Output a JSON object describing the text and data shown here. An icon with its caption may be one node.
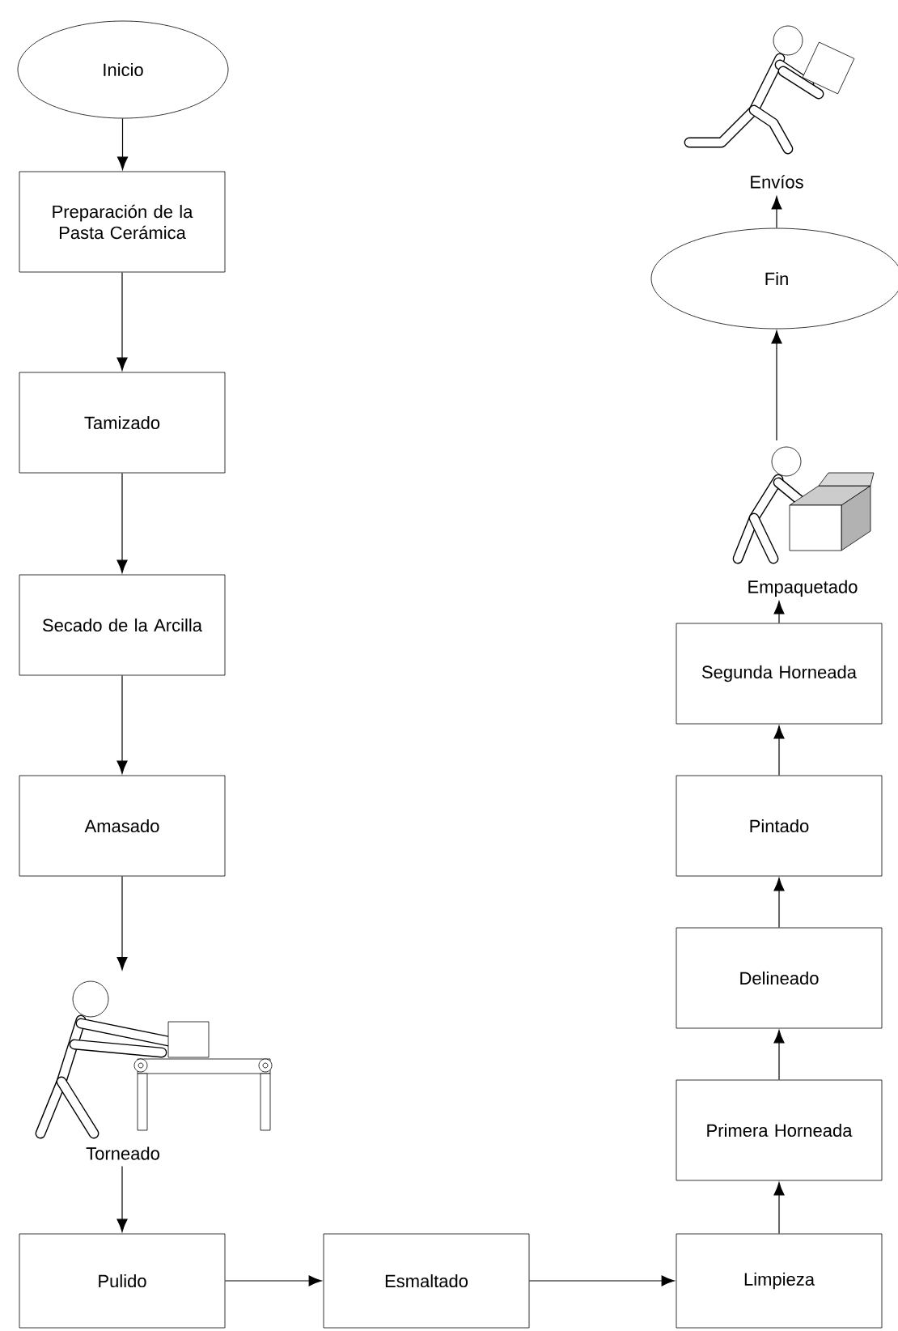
{
  "diagram": {
    "nodes": [
      {
        "text": [
          "Inicio"
        ]
      },
      {
        "text": [
          "Preparación de la Pasta Cerámica"
        ]
      },
      {
        "text": [
          "Tamizado"
        ]
      },
      {
        "text": [
          "Secado de la Arcilla"
        ]
      },
      {
        "text": [
          "Amasado"
        ]
      },
      {
        "text": [
          "Torneado"
        ]
      },
      {
        "text": [
          "Pulido"
        ]
      },
      {
        "text": [
          "Esmaltado"
        ]
      },
      {
        "text": [
          "Limpieza"
        ]
      },
      {
        "text": [
          "Primera Horneada"
        ]
      },
      {
        "text": [
          "Delineado"
        ]
      },
      {
        "text": [
          "Pintado"
        ]
      },
      {
        "text": [
          "Segunda Horneada"
        ]
      },
      {
        "text": [
          "Empaquetado"
        ]
      },
      {
        "text": [
          "Fin"
        ]
      },
      {
        "text": [
          "Envíos"
        ]
      }
    ],
    "edges": [
      {
        "from": 0,
        "to": 1,
        "arrow": "to"
      },
      {
        "from": 1,
        "to": 2,
        "arrow": "to"
      },
      {
        "from": 2,
        "to": 3,
        "arrow": "to"
      },
      {
        "from": 3,
        "to": 4,
        "arrow": "to"
      },
      {
        "from": 4,
        "to": 5,
        "arrow": "to"
      },
      {
        "from": 5,
        "to": 6,
        "arrow": "to"
      },
      {
        "from": 6,
        "to": 7,
        "arrow": "to"
      },
      {
        "from": 7,
        "to": 8,
        "arrow": "to"
      },
      {
        "from": 8,
        "to": 9,
        "arrow": "to"
      },
      {
        "from": 9,
        "to": 10,
        "arrow": "to"
      },
      {
        "from": 10,
        "to": 11,
        "arrow": "to"
      },
      {
        "from": 11,
        "to": 12,
        "arrow": "to"
      },
      {
        "from": 12,
        "to": 13,
        "arrow": "to"
      },
      {
        "from": 13,
        "to": 14,
        "arrow": "to"
      },
      {
        "from": 14,
        "to": 15,
        "arrow": "to"
      }
    ]
  }
}
